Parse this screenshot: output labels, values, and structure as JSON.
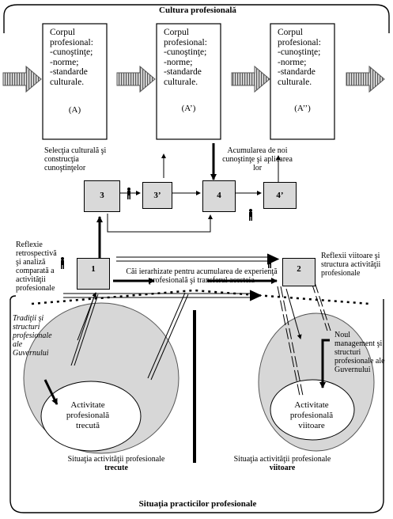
{
  "titles": {
    "top": "Cultura profesională",
    "bottom": "Situaţia practicilor profesionale"
  },
  "corpus_boxes": [
    {
      "text": "Corpul profesional:\n-cunoştinţe;\n-norme;\n-standarde culturale.",
      "code": "(A)"
    },
    {
      "text": "Corpul profesional:\n-cunoştinţe;\n-norme;\n-standarde culturale.",
      "code": "(A’)"
    },
    {
      "text": "Corpul profesional:\n-cunoştinţe;\n-norme;\n-standarde culturale.",
      "code": "(A’’)"
    }
  ],
  "nodes": [
    "3",
    "3’",
    "4",
    "4’",
    "1",
    "2"
  ],
  "labels": {
    "selectia": "Selecţia culturală şi construcţia cunoştinţelor",
    "acumularea": "Acumularea de noi cunoştinţe şi aplicarea lor",
    "reflexie_retro": "Reflexie retrospectivă şi analiză comparată a activităţii profesionale",
    "reflexii_viitoare": "Reflexii viitoare şi structura activităţii profesionale",
    "cai": "Căi ierarhizate pentru acumularea de experienţă profesională şi transferul acesteia",
    "traditii": "Tradiţii şi structuri profesionale ale Guvernului",
    "noul_management": "Noul management şi structuri profesionale ale Guvernului",
    "activitate_trecuta": "Activitate profesională trecută",
    "activitate_viitoare": "Activitate profesională viitoare",
    "situatia_trecute_1": "Situaţia activităţii profesionale",
    "situatia_trecute_2": "trecute",
    "situatia_viitoare_1": "Situaţia activităţii profesionale",
    "situatia_viitoare_2": "viitoare"
  }
}
